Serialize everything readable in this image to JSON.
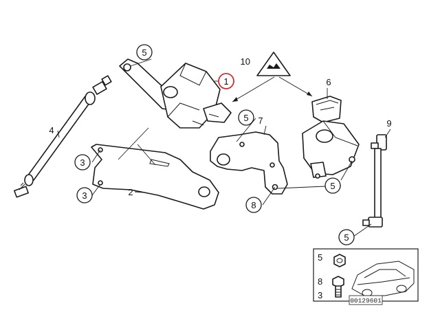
{
  "callouts": {
    "c1": "1",
    "c2": "2",
    "c3a": "3",
    "c3b": "3",
    "c4": "4",
    "c5_top": "5",
    "c5_mid": "5",
    "c5_right": "5",
    "c5_bottom": "5",
    "c6": "6",
    "c7": "7",
    "c8": "8",
    "c9": "9",
    "c10": "10"
  },
  "legend": {
    "n5": "5",
    "n8": "8",
    "n3": "3"
  },
  "document_number": "00129601",
  "colors": {
    "highlight": "#d92b2b",
    "line": "#1a1a1a"
  }
}
